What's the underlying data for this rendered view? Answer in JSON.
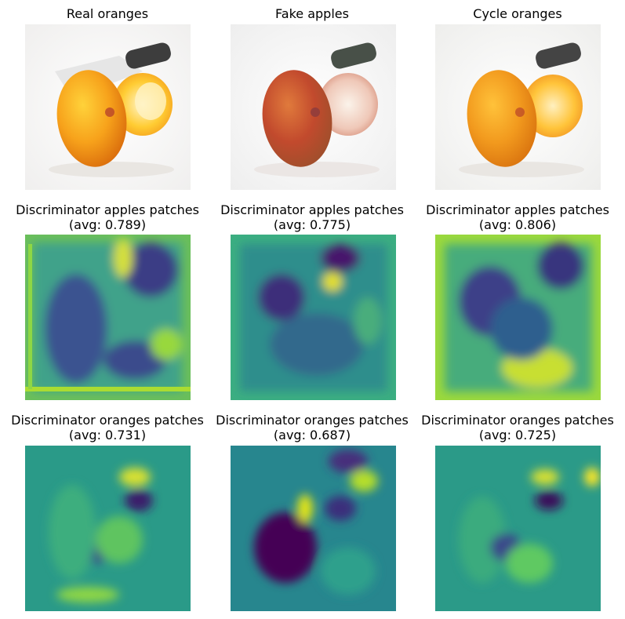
{
  "titles": {
    "real_oranges": "Real oranges",
    "fake_apples": "Fake apples",
    "cycle_oranges": "Cycle oranges",
    "disc_apples_1": {
      "line1": "Discriminator apples patches",
      "line2": "(avg: 0.789)"
    },
    "disc_apples_2": {
      "line1": "Discriminator apples patches",
      "line2": "(avg: 0.775)"
    },
    "disc_apples_3": {
      "line1": "Discriminator apples patches",
      "line2": "(avg: 0.806)"
    },
    "disc_oranges_1": {
      "line1": "Discriminator oranges patches",
      "line2": "(avg: 0.731)"
    },
    "disc_oranges_2": {
      "line1": "Discriminator oranges patches",
      "line2": "(avg: 0.687)"
    },
    "disc_oranges_3": {
      "line1": "Discriminator oranges patches",
      "line2": "(avg: 0.725)"
    }
  },
  "averages": {
    "disc_apples": [
      0.789,
      0.775,
      0.806
    ],
    "disc_oranges": [
      0.731,
      0.687,
      0.725
    ]
  },
  "colormap": "viridis",
  "colors": {
    "viridis_low": "#440154",
    "viridis_mid": "#21918c",
    "viridis_high": "#fde725"
  }
}
